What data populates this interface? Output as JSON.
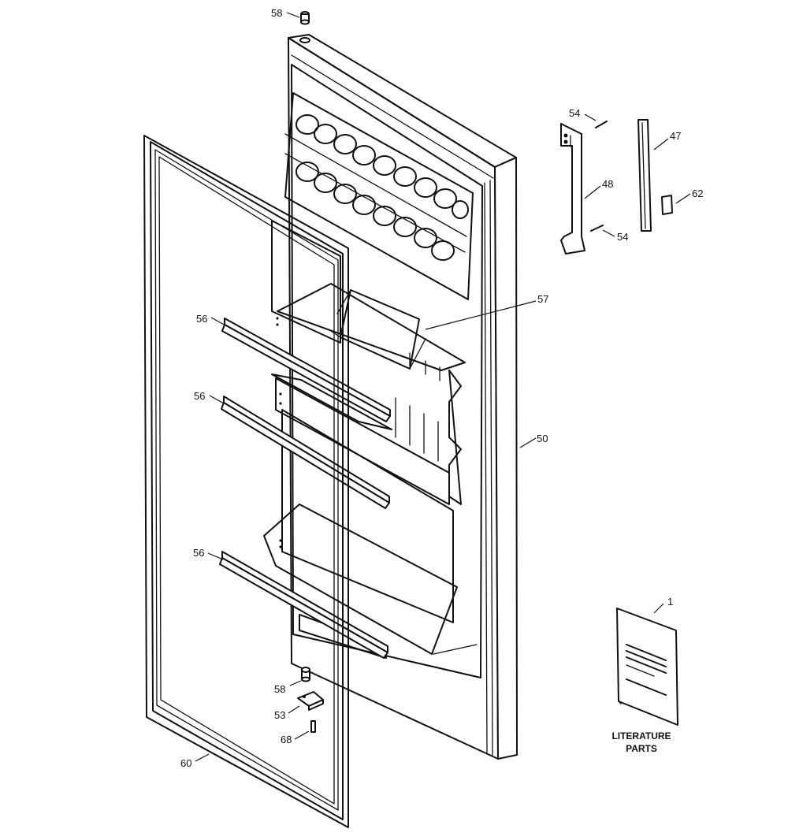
{
  "callouts": [
    {
      "id": "c58top",
      "text": "58"
    },
    {
      "id": "c54a",
      "text": "54"
    },
    {
      "id": "c47",
      "text": "47"
    },
    {
      "id": "c48",
      "text": "48"
    },
    {
      "id": "c62",
      "text": "62"
    },
    {
      "id": "c54b",
      "text": "54"
    },
    {
      "id": "c57",
      "text": "57"
    },
    {
      "id": "c56a",
      "text": "56"
    },
    {
      "id": "c56b",
      "text": "56"
    },
    {
      "id": "c50",
      "text": "50"
    },
    {
      "id": "c56c",
      "text": "56"
    },
    {
      "id": "c1",
      "text": "1"
    },
    {
      "id": "c58b",
      "text": "58"
    },
    {
      "id": "c53",
      "text": "53"
    },
    {
      "id": "c68",
      "text": "68"
    },
    {
      "id": "c60",
      "text": "60"
    }
  ],
  "literature": {
    "line1": "LITERATURE",
    "line2": "PARTS"
  }
}
